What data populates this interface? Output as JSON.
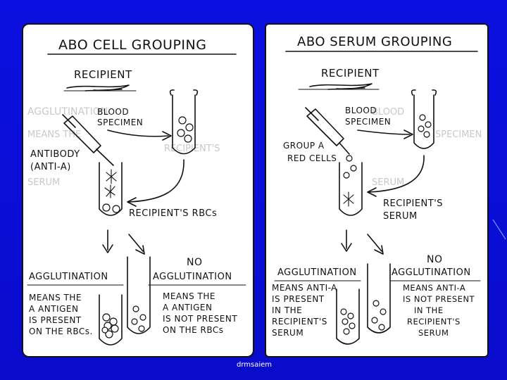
{
  "left": {
    "title": "ABO CELL GROUPING",
    "recipient": "RECIPIENT",
    "blood_specimen_1": "BLOOD",
    "blood_specimen_2": "SPECIMEN",
    "reagent_1": "ANTIBODY",
    "reagent_2": "(ANTI-A)",
    "source": "RECIPIENT'S RBCs",
    "result_pos": "AGGLUTINATION",
    "result_neg_1": "NO",
    "result_neg_2": "AGGLUTINATION",
    "pos_text": [
      "MEANS THE",
      "A ANTIGEN",
      "IS PRESENT",
      "ON THE RBCs."
    ],
    "neg_text": [
      "MEANS THE",
      "A ANTIGEN",
      "IS NOT PRESENT",
      "ON THE RBCs"
    ]
  },
  "right": {
    "title": "ABO SERUM GROUPING",
    "recipient": "RECIPIENT",
    "blood_specimen_1": "BLOOD",
    "blood_specimen_2": "SPECIMEN",
    "reagent_1": "GROUP A",
    "reagent_2": "RED CELLS",
    "source_1": "RECIPIENT'S",
    "source_2": "SERUM",
    "result_pos": "AGGLUTINATION",
    "result_neg_1": "NO",
    "result_neg_2": "AGGLUTINATION",
    "pos_text": [
      "MEANS ANTI-A",
      "IS PRESENT",
      "IN THE",
      "RECIPIENT'S",
      "SERUM"
    ],
    "neg_text": [
      "MEANS ANTI-A",
      "IS NOT PRESENT",
      "IN THE",
      "RECIPIENT'S",
      "SERUM"
    ]
  },
  "footer": "drmsaiem"
}
